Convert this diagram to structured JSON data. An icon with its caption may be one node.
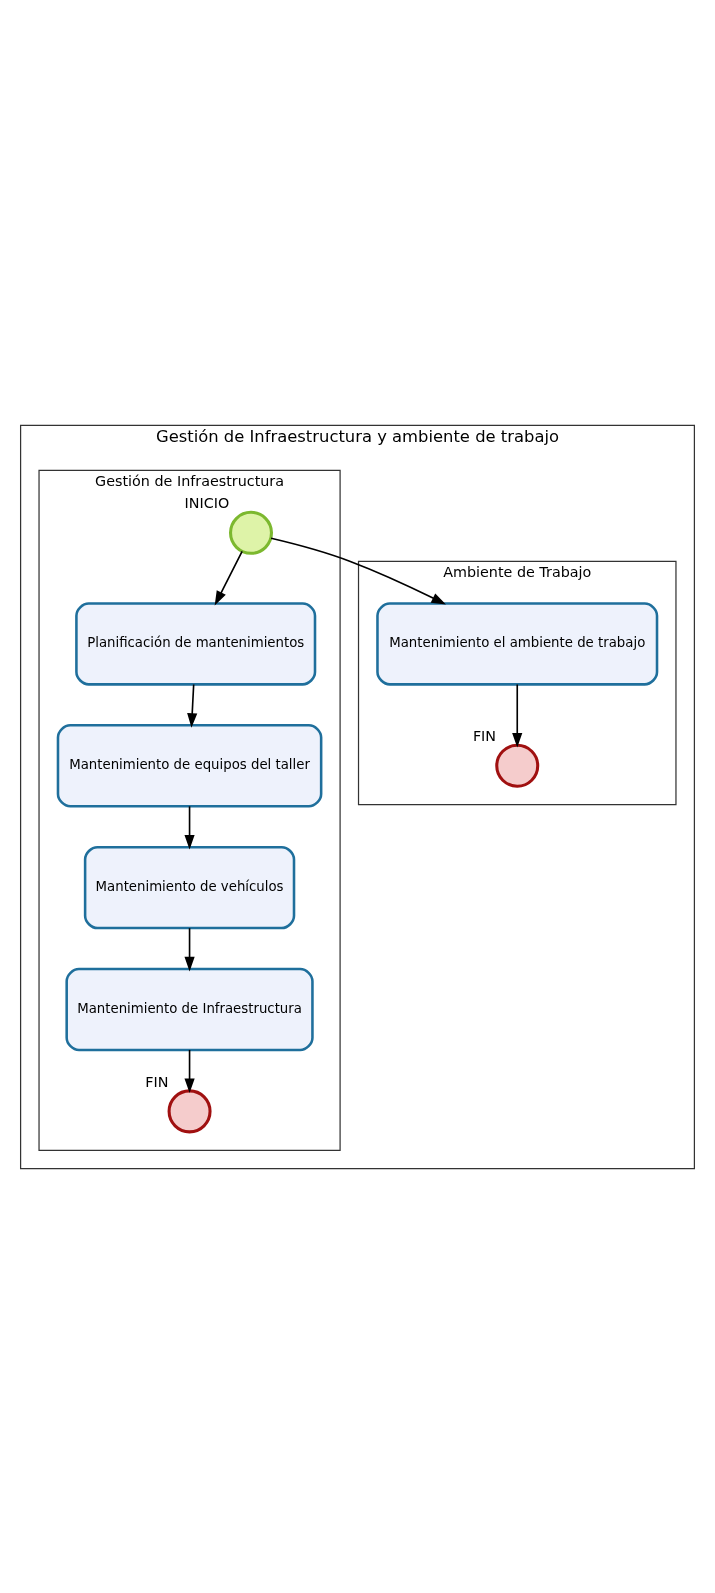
{
  "diagram": {
    "nodes": [
      {
        "text": [
          "Gestión de Infraestructura y ambiente de trabajo"
        ]
      },
      {
        "text": [
          "Ambiente de Trabajo"
        ],
        "in": 0
      },
      {
        "text": [
          "Gestión de Infraestructura"
        ],
        "in": 0
      },
      {
        "text": [],
        "shape": "circle",
        "beside": [
          "INICIO"
        ],
        "in": 2
      },
      {
        "text": [
          "Mantenimiento el ambiente de trabajo"
        ],
        "in": 1
      },
      {
        "text": [],
        "shape": "circle",
        "beside": [
          "FIN"
        ],
        "in": 1
      },
      {
        "text": [
          "Planificación de mantenimientos"
        ],
        "in": 2
      },
      {
        "text": [
          "Mantenimiento de equipos del taller"
        ],
        "in": 2
      },
      {
        "text": [
          "Mantenimiento de vehículos"
        ],
        "in": 2
      },
      {
        "text": [
          "Mantenimiento de Infraestructura"
        ],
        "in": 2
      },
      {
        "text": [],
        "shape": "circle",
        "beside": [
          "FIN"
        ],
        "in": 2
      }
    ],
    "edges": [
      {
        "from": 3,
        "to": 4,
        "arrow": "to"
      },
      {
        "from": 3,
        "to": 6,
        "arrow": "to"
      },
      {
        "from": 4,
        "to": 5,
        "arrow": "to"
      },
      {
        "from": 6,
        "to": 7,
        "arrow": "to"
      },
      {
        "from": 7,
        "to": 8,
        "arrow": "to"
      },
      {
        "from": 8,
        "to": 9,
        "arrow": "to"
      },
      {
        "from": 9,
        "to": 10,
        "arrow": "to"
      }
    ]
  }
}
